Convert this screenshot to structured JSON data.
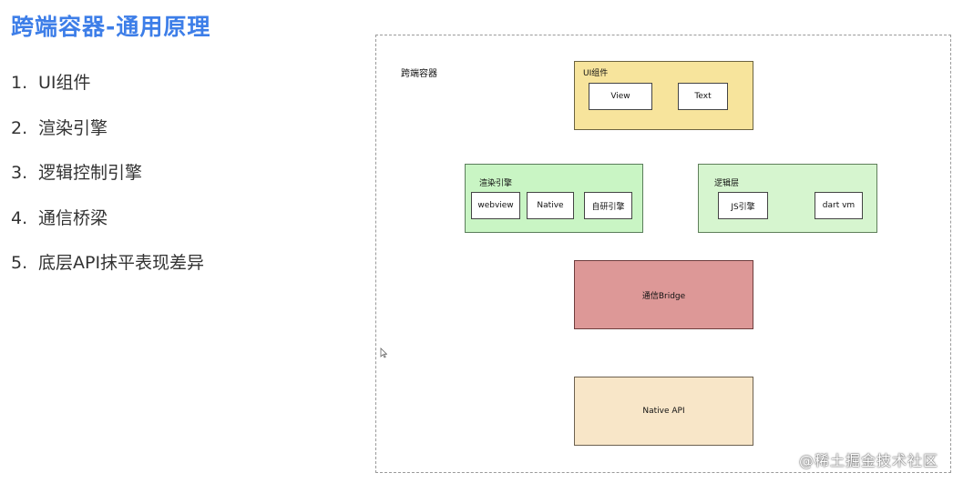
{
  "title": "跨端容器-通用原理",
  "points": [
    {
      "num": "1.",
      "text": "UI组件"
    },
    {
      "num": "2.",
      "text": "渲染引擎"
    },
    {
      "num": "3.",
      "text": "逻辑控制引擎"
    },
    {
      "num": "4.",
      "text": "通信桥梁"
    },
    {
      "num": "5.",
      "text": "底层API抹平表现差异"
    }
  ],
  "diagram": {
    "container_label": "跨端容器",
    "ui_layer": {
      "label": "UI组件",
      "items": [
        "View",
        "Text"
      ]
    },
    "render_engine": {
      "label": "渲染引擎",
      "items": [
        "webview",
        "Native",
        "自研引擎"
      ]
    },
    "logic_layer": {
      "label": "逻辑层",
      "items": [
        "JS引擎",
        "dart vm"
      ]
    },
    "bridge": {
      "label": "通信Bridge"
    },
    "native_api": {
      "label": "Native API"
    }
  },
  "watermark": "@稀土掘金技术社区",
  "colors": {
    "title": "#3d7ee8",
    "ui_layer": "#f7e49c",
    "render_engine": "#c9f5c4",
    "logic_layer": "#d6f5cf",
    "bridge": "#dd9897",
    "native_api": "#f8e6c8"
  }
}
